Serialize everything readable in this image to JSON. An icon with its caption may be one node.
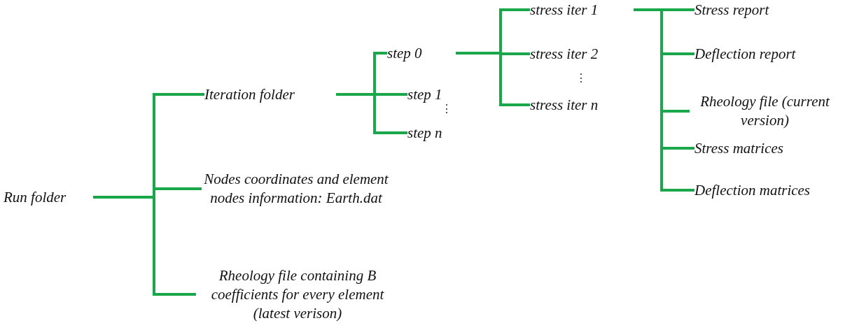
{
  "diagram": {
    "nodes": [
      {
        "text": [
          "Run folder"
        ]
      },
      {
        "text": [
          "Iteration folder"
        ]
      },
      {
        "text": [
          "step 0"
        ]
      },
      {
        "text": [
          "stress iter 1"
        ]
      },
      {
        "text": [
          "Stress report"
        ]
      },
      {
        "text": [
          "Deflection report"
        ]
      },
      {
        "text": [
          "Rheology file (current version)"
        ]
      },
      {
        "text": [
          "Stress matrices"
        ]
      },
      {
        "text": [
          "Deflection matrices"
        ]
      },
      {
        "text": [
          "stress iter 2"
        ]
      },
      {
        "text": [
          "stress iter n"
        ]
      },
      {
        "text": [
          "step 1"
        ]
      },
      {
        "text": [
          "step n"
        ]
      },
      {
        "text": [
          "Nodes coordinates and element nodes information: Earth.dat"
        ]
      },
      {
        "text": [
          "Rheology file containing B coefficients for every element (latest verison)"
        ]
      }
    ],
    "edges": [
      {
        "from": 0,
        "to": 1,
        "arrow": "none"
      },
      {
        "from": 0,
        "to": 13,
        "arrow": "none"
      },
      {
        "from": 0,
        "to": 14,
        "arrow": "none"
      },
      {
        "from": 1,
        "to": 2,
        "arrow": "none"
      },
      {
        "from": 1,
        "to": 11,
        "arrow": "none"
      },
      {
        "from": 1,
        "to": 12,
        "arrow": "none"
      },
      {
        "from": 2,
        "to": 3,
        "arrow": "none"
      },
      {
        "from": 2,
        "to": 9,
        "arrow": "none"
      },
      {
        "from": 2,
        "to": 10,
        "arrow": "none"
      },
      {
        "from": 3,
        "to": 4,
        "arrow": "none"
      },
      {
        "from": 3,
        "to": 5,
        "arrow": "none"
      },
      {
        "from": 3,
        "to": 6,
        "arrow": "none"
      },
      {
        "from": 3,
        "to": 7,
        "arrow": "none"
      },
      {
        "from": 3,
        "to": 8,
        "arrow": "none"
      }
    ],
    "labels": [
      "⋮",
      "⋮"
    ]
  }
}
